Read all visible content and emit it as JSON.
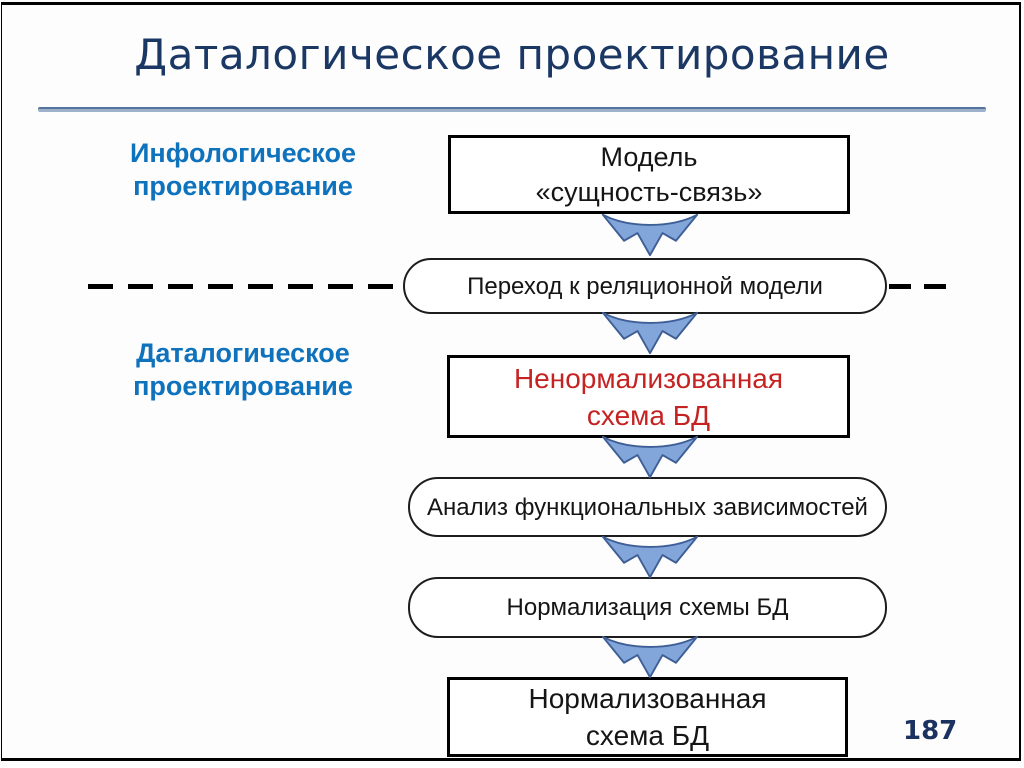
{
  "slide": {
    "title": "Даталогическое проектирование",
    "page_number": "187"
  },
  "colors": {
    "title_text": "#1b3764",
    "phase_label_blue": "#0f72bd",
    "node_text": "#151515",
    "unnormalized_red": "#c52222",
    "arrow_fill": "#82a5da",
    "arrow_stroke": "#3e5e96",
    "divider_black": "#000000",
    "rule_blue": "#54739f",
    "page_number_navy": "#1b3160"
  },
  "phase_labels": [
    {
      "lines": [
        "Инфологическое",
        "проектирование"
      ]
    },
    {
      "lines": [
        "Даталогическое",
        "проектирование"
      ]
    }
  ],
  "flow_nodes": [
    {
      "shape": "rectangle",
      "lines": [
        "Модель",
        "«сущность-связь»"
      ]
    },
    {
      "shape": "stadium",
      "lines": [
        "Переход к реляционной модели"
      ]
    },
    {
      "shape": "rectangle",
      "lines": [
        "Ненормализованная",
        "схема БД"
      ],
      "text_color": "#c52222"
    },
    {
      "shape": "stadium",
      "lines": [
        "Анализ функциональных зависимостей"
      ]
    },
    {
      "shape": "stadium",
      "lines": [
        "Нормализация схемы БД"
      ]
    },
    {
      "shape": "rectangle",
      "lines": [
        "Нормализованная",
        "схема БД"
      ]
    }
  ],
  "icons": {
    "down_arrow": "down-arrow"
  }
}
